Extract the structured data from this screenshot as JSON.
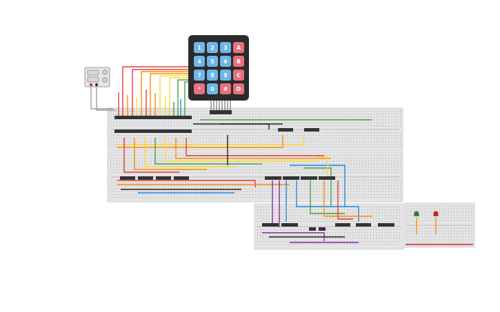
{
  "keypad": {
    "keys": [
      "1",
      "2",
      "3",
      "A",
      "4",
      "5",
      "6",
      "B",
      "7",
      "8",
      "9",
      "C",
      "*",
      "0",
      "#",
      "D"
    ]
  },
  "colors": {
    "breadboard": "#e4e4e4",
    "breadboard_dark": "#cfcfcf",
    "chip": "#333333",
    "keypad_body": "#2b2b2b",
    "key_number": "#6fb6e9",
    "key_letter": "#e8707e",
    "wire_red": "#e53935",
    "wire_orange": "#fb8c00",
    "wire_yellow": "#fdd835",
    "wire_green": "#43a047",
    "wire_blue": "#1e88e5",
    "wire_purple": "#8e24aa",
    "wire_black": "#212121",
    "wire_grey": "#9e9e9e",
    "led_green": "#2e7d32",
    "led_red": "#c62828"
  },
  "components": {
    "keypad": "4x4-keypad",
    "power_supply": "power-supply",
    "breadboards": [
      "breadboard-top",
      "breadboard-middle",
      "breadboard-bottom",
      "breadboard-small"
    ],
    "leds": [
      "led-green",
      "led-red"
    ]
  }
}
